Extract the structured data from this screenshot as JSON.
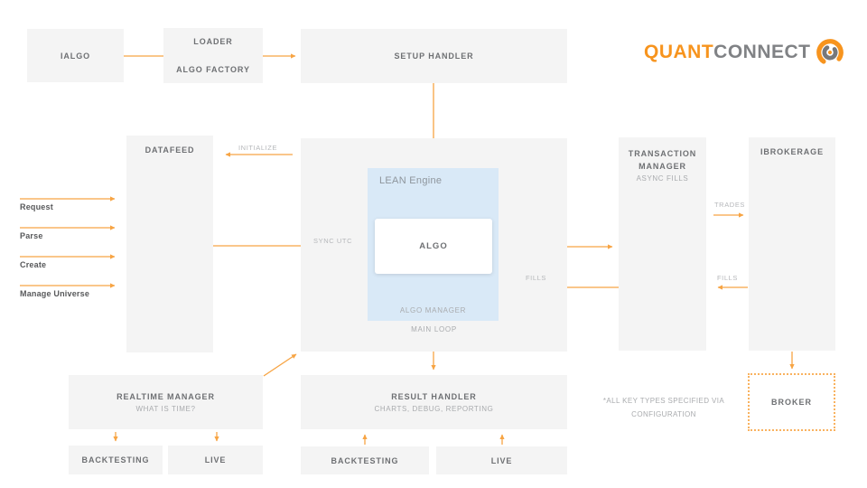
{
  "logo": {
    "part1": "QUANT",
    "part2": "CONNECT",
    "icon": "quantconnect-swirl-icon"
  },
  "colors": {
    "arrow_orange": "#f7a443",
    "logo_orange": "#f7941e",
    "logo_gray": "#808285",
    "box_gray": "#f4f4f4",
    "lean_blue": "#d9e9f7",
    "title_gray": "#6e7073",
    "subtitle_gray": "#a9abae"
  },
  "nodes": {
    "ialgo": {
      "label": "IALGO"
    },
    "loader": {
      "label": "LOADER",
      "sublabel": "ALGO FACTORY"
    },
    "setup_handler": {
      "label": "SETUP HANDLER"
    },
    "datafeed": {
      "label": "DATAFEED"
    },
    "lean_engine": {
      "label": "LEAN Engine",
      "algo": "ALGO",
      "algo_manager": "ALGO MANAGER",
      "main_loop": "MAIN LOOP"
    },
    "transaction_manager": {
      "label": "TRANSACTION MANAGER",
      "sublabel": "ASYNC FILLS"
    },
    "ibrokerage": {
      "label": "IBROKERAGE"
    },
    "realtime_manager": {
      "label": "REALTIME MANAGER",
      "sublabel": "WHAT IS TIME?"
    },
    "result_handler": {
      "label": "RESULT HANDLER",
      "sublabel": "CHARTS, DEBUG, REPORTING"
    },
    "backtesting_left": {
      "label": "BACKTESTING"
    },
    "live_left": {
      "label": "LIVE"
    },
    "backtesting_center": {
      "label": "BACKTESTING"
    },
    "live_center": {
      "label": "LIVE"
    },
    "broker": {
      "label": "BROKER"
    }
  },
  "edge_labels": {
    "initialize": "INITIALIZE",
    "sync_utc": "SYNC UTC",
    "fills_center": "FILLS",
    "trades": "TRADES",
    "fills_right": "FILLS"
  },
  "left_labels": [
    {
      "text": "Request"
    },
    {
      "text": "Parse"
    },
    {
      "text": "Create"
    },
    {
      "text": "Manage Universe"
    }
  ],
  "note": {
    "line1": "*ALL KEY TYPES SPECIFIED VIA",
    "line2": "CONFIGURATION"
  }
}
